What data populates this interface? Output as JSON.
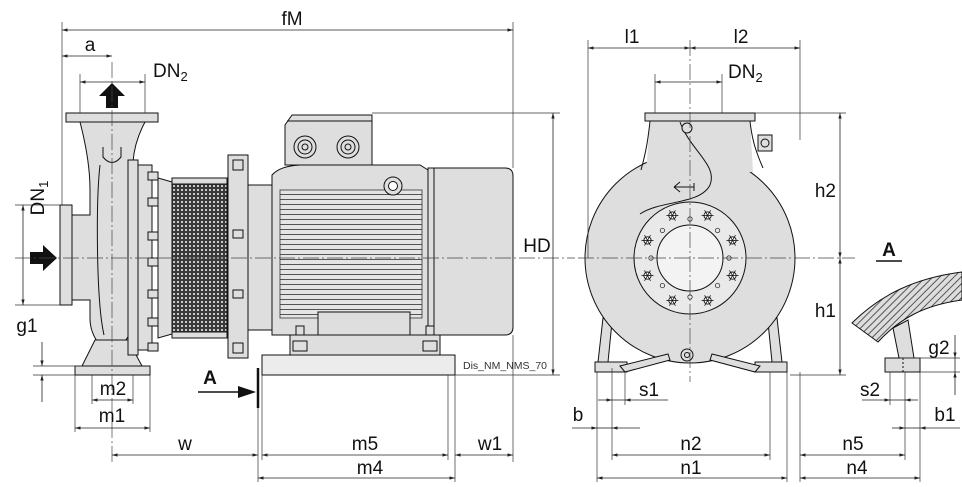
{
  "side_view": {
    "fM": "fM",
    "a": "a",
    "dn2": {
      "base": "DN",
      "sub": "2"
    },
    "dn1": {
      "base": "DN",
      "sub": "1"
    },
    "g1": "g1",
    "m2": "m2",
    "m1": "m1",
    "section_mark": "A",
    "w": "w",
    "m5": "m5",
    "w1": "w1",
    "m4": "m4",
    "HD": "HD",
    "drawing_id": "Dis_NM_NMS_70"
  },
  "front_view": {
    "l1": "l1",
    "l2": "l2",
    "dn2": {
      "base": "DN",
      "sub": "2"
    },
    "h2": "h2",
    "h1": "h1",
    "s1": "s1",
    "b": "b",
    "n2": "n2",
    "n1": "n1"
  },
  "detail_view": {
    "label": "A",
    "g2": "g2",
    "s2": "s2",
    "b1": "b1",
    "n5": "n5",
    "n4": "n4"
  }
}
